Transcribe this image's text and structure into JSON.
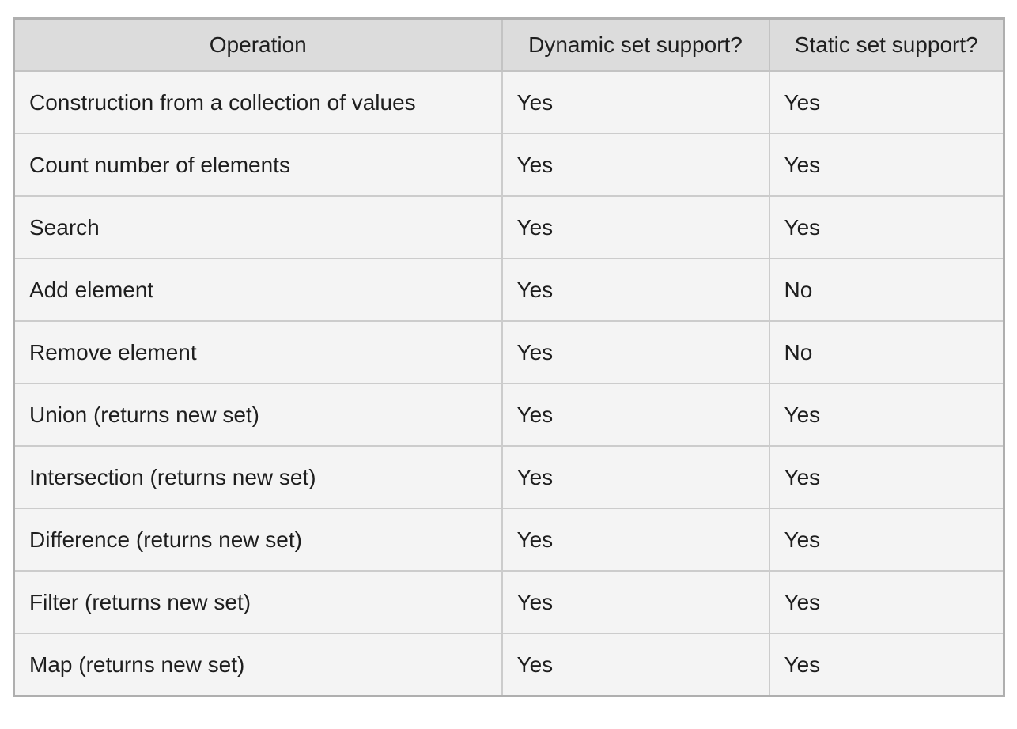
{
  "chart_data": {
    "type": "table",
    "title": "",
    "columns": [
      "Operation",
      "Dynamic set support?",
      "Static set support?"
    ],
    "rows": [
      [
        "Construction from a collection of values",
        "Yes",
        "Yes"
      ],
      [
        "Count number of elements",
        "Yes",
        "Yes"
      ],
      [
        "Search",
        "Yes",
        "Yes"
      ],
      [
        "Add element",
        "Yes",
        "No"
      ],
      [
        "Remove element",
        "Yes",
        "No"
      ],
      [
        "Union (returns new set)",
        "Yes",
        "Yes"
      ],
      [
        "Intersection (returns new set)",
        "Yes",
        "Yes"
      ],
      [
        "Difference (returns new set)",
        "Yes",
        "Yes"
      ],
      [
        "Filter (returns new set)",
        "Yes",
        "Yes"
      ],
      [
        "Map (returns new set)",
        "Yes",
        "Yes"
      ]
    ],
    "layout_hints": {
      "header_align": "center",
      "body_align": "left",
      "grid": true
    }
  },
  "table": {
    "headers": [
      "Operation",
      "Dynamic set support?",
      "Static set support?"
    ],
    "rows": [
      {
        "operation": "Construction from a collection of values",
        "dynamic": "Yes",
        "static": "Yes"
      },
      {
        "operation": "Count number of elements",
        "dynamic": "Yes",
        "static": "Yes"
      },
      {
        "operation": "Search",
        "dynamic": "Yes",
        "static": "Yes"
      },
      {
        "operation": "Add element",
        "dynamic": "Yes",
        "static": "No"
      },
      {
        "operation": "Remove element",
        "dynamic": "Yes",
        "static": "No"
      },
      {
        "operation": "Union (returns new set)",
        "dynamic": "Yes",
        "static": "Yes"
      },
      {
        "operation": "Intersection (returns new set)",
        "dynamic": "Yes",
        "static": "Yes"
      },
      {
        "operation": "Difference (returns new set)",
        "dynamic": "Yes",
        "static": "Yes"
      },
      {
        "operation": "Filter (returns new set)",
        "dynamic": "Yes",
        "static": "Yes"
      },
      {
        "operation": "Map (returns new set)",
        "dynamic": "Yes",
        "static": "Yes"
      }
    ],
    "colors": {
      "header_bg": "#dcdcdc",
      "row_bg": "#f4f4f4",
      "inner_border": "#c9c9c9",
      "outer_border": "#afafaf",
      "text": "#1e1e1e",
      "page_bg": "#ffffff"
    }
  }
}
